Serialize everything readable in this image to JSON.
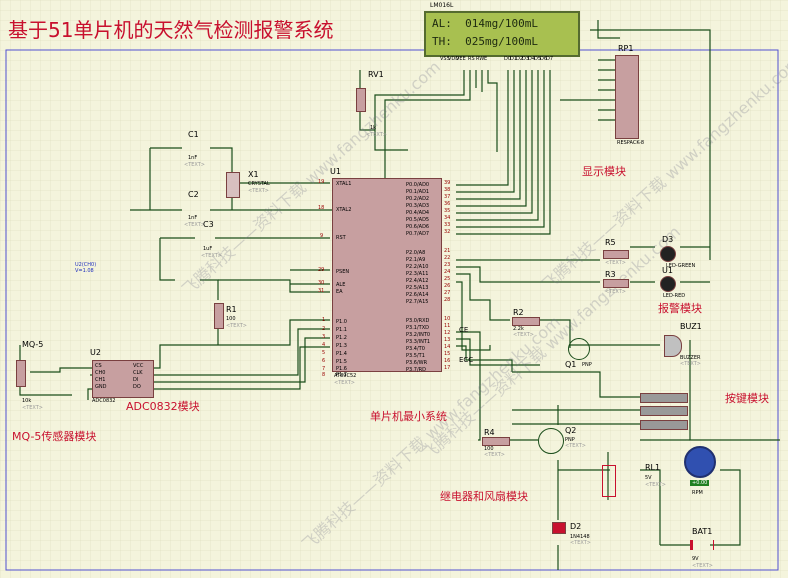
{
  "title": "基于51单片机的天然气检测报警系统",
  "modules": {
    "display": "显示模块",
    "alarm": "报警模块",
    "key": "按键模块",
    "mcu": "单片机最小系统",
    "relay_fan": "继电器和风扇模块",
    "adc": "ADC0832模块",
    "sensor": "MQ-5传感器模块"
  },
  "lcd": {
    "ref": "LM016L",
    "line1": "AL:  014mg/100mL",
    "line2": "TH:  025mg/100mL",
    "pins": [
      "VSS",
      "VDD",
      "VEE",
      "RS",
      "RW",
      "E",
      "D0",
      "D1",
      "D2",
      "D3",
      "D4",
      "D5",
      "D6",
      "D7"
    ]
  },
  "components": {
    "rv1": {
      "ref": "RV1",
      "value": "1k"
    },
    "rp1": {
      "ref": "RP1",
      "value": "RESPACK-8"
    },
    "c1": {
      "ref": "C1",
      "value": "1nF"
    },
    "c2": {
      "ref": "C2",
      "value": "1nF"
    },
    "c3": {
      "ref": "C3",
      "value": "1uF"
    },
    "x1": {
      "ref": "X1",
      "value": "CRYSTAL"
    },
    "r1": {
      "ref": "R1",
      "value": "100"
    },
    "r2": {
      "ref": "R2",
      "value": "2.2k"
    },
    "r3": {
      "ref": "R3",
      "value": ""
    },
    "r4": {
      "ref": "R4",
      "value": "100"
    },
    "r5": {
      "ref": "R5",
      "value": ""
    },
    "u1": {
      "ref": "U1",
      "value": "AT89C52"
    },
    "u2": {
      "ref": "U2",
      "value": "ADC0832"
    },
    "d3": {
      "ref": "D3",
      "value": "LED-GREEN"
    },
    "u1led": {
      "ref": "U1",
      "value": "LED-RED"
    },
    "buz1": {
      "ref": "BUZ1",
      "value": "BUZZER"
    },
    "q1": {
      "ref": "Q1",
      "value": "PNP"
    },
    "q2": {
      "ref": "Q2",
      "value": "PNP"
    },
    "rl1": {
      "ref": "RL1",
      "value": "5V"
    },
    "d2": {
      "ref": "D2",
      "value": "1N4148"
    },
    "bat1": {
      "ref": "BAT1",
      "value": "9V"
    },
    "mq5": {
      "ref": "MQ-5",
      "value": "10k"
    },
    "motor_readout": "+0.00",
    "motor_label": "RPM"
  },
  "probe": {
    "name": "U2(CH0)",
    "value": "V=1.08"
  },
  "text_placeholder": "<TEXT>",
  "u1_left_pins": [
    {
      "num": "19",
      "name": "XTAL1"
    },
    {
      "num": "18",
      "name": "XTAL2"
    },
    {
      "num": "9",
      "name": "RST"
    },
    {
      "num": "29",
      "name": "PSEN"
    },
    {
      "num": "30",
      "name": "ALE"
    },
    {
      "num": "31",
      "name": "EA"
    },
    {
      "num": "1",
      "name": "P1.0"
    },
    {
      "num": "2",
      "name": "P1.1"
    },
    {
      "num": "3",
      "name": "P1.2"
    },
    {
      "num": "4",
      "name": "P1.3"
    },
    {
      "num": "5",
      "name": "P1.4"
    },
    {
      "num": "6",
      "name": "P1.5"
    },
    {
      "num": "7",
      "name": "P1.6"
    },
    {
      "num": "8",
      "name": "P1.7"
    }
  ],
  "u1_right_pins": [
    {
      "num": "39",
      "name": "P0.0/AD0"
    },
    {
      "num": "38",
      "name": "P0.1/AD1"
    },
    {
      "num": "37",
      "name": "P0.2/AD2"
    },
    {
      "num": "36",
      "name": "P0.3/AD3"
    },
    {
      "num": "35",
      "name": "P0.4/AD4"
    },
    {
      "num": "34",
      "name": "P0.5/AD5"
    },
    {
      "num": "33",
      "name": "P0.6/AD6"
    },
    {
      "num": "32",
      "name": "P0.7/AD7"
    },
    {
      "num": "21",
      "name": "P2.0/A8"
    },
    {
      "num": "22",
      "name": "P2.1/A9"
    },
    {
      "num": "23",
      "name": "P2.2/A10"
    },
    {
      "num": "24",
      "name": "P2.3/A11"
    },
    {
      "num": "25",
      "name": "P2.4/A12"
    },
    {
      "num": "26",
      "name": "P2.5/A13"
    },
    {
      "num": "27",
      "name": "P2.6/A14"
    },
    {
      "num": "28",
      "name": "P2.7/A15"
    },
    {
      "num": "10",
      "name": "P3.0/RXD"
    },
    {
      "num": "11",
      "name": "P3.1/TXD"
    },
    {
      "num": "12",
      "name": "P3.2/INT0"
    },
    {
      "num": "13",
      "name": "P3.3/INT1"
    },
    {
      "num": "14",
      "name": "P3.4/T0"
    },
    {
      "num": "15",
      "name": "P3.5/T1"
    },
    {
      "num": "16",
      "name": "P3.6/WR"
    },
    {
      "num": "17",
      "name": "P3.7/RD"
    }
  ],
  "u2_left_pins": [
    "CS",
    "CH0",
    "CH1",
    "GND"
  ],
  "u2_right_pins": [
    "VCC",
    "CLK",
    "DI",
    "DO"
  ],
  "net_labels": {
    "ce": "CE",
    "ecc": "ECC"
  },
  "watermark": "飞腾科技——资料下载  www.fangzhenku.com"
}
